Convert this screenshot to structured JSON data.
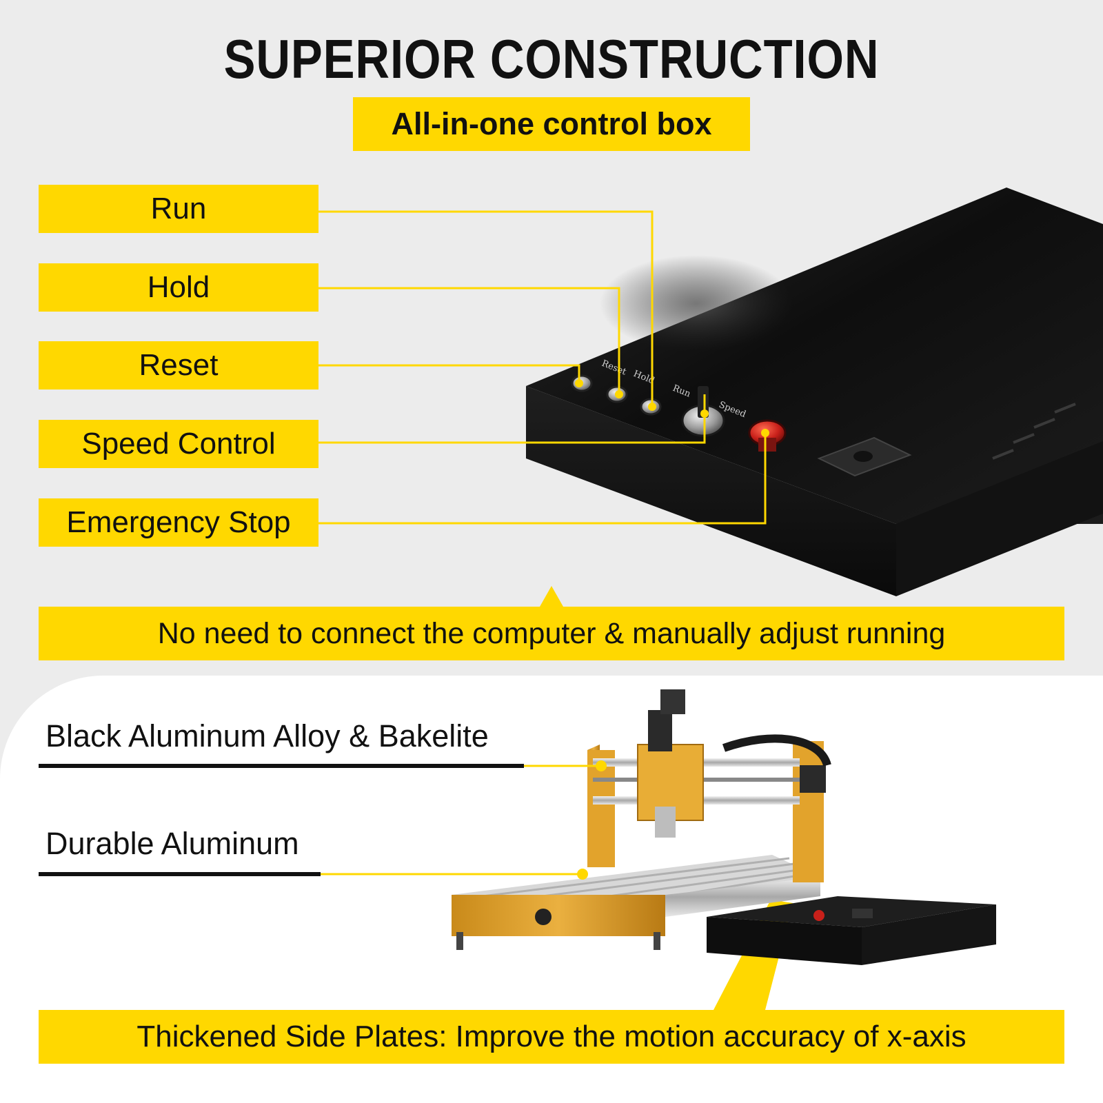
{
  "header": {
    "title": "SUPERIOR CONSTRUCTION",
    "subtitle": "All-in-one control box"
  },
  "callouts": [
    {
      "label": "Run"
    },
    {
      "label": "Hold"
    },
    {
      "label": "Reset"
    },
    {
      "label": "Speed Control"
    },
    {
      "label": "Emergency Stop"
    }
  ],
  "control_panel_print": {
    "reset": "Reset",
    "hold": "Hold",
    "run": "Run",
    "speed": "Speed"
  },
  "info_banner": "No need to connect the computer & manually adjust running",
  "materials": [
    {
      "label": "Black Aluminum Alloy & Bakelite"
    },
    {
      "label": "Durable Aluminum"
    }
  ],
  "bottom_banner": "Thickened Side Plates: Improve the motion accuracy of x-axis",
  "colors": {
    "accent_yellow": "#ffd800",
    "box_black": "#161616",
    "frame_gold": "#e0a62a",
    "estop_red": "#c8201a"
  }
}
